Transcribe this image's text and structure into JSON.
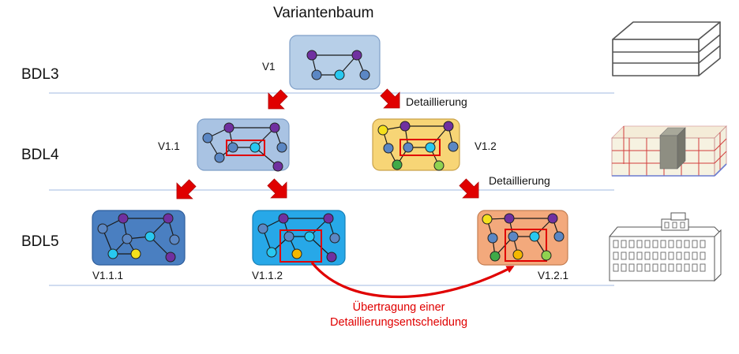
{
  "title": "Variantenbaum",
  "levels": [
    "BDL3",
    "BDL4",
    "BDL5"
  ],
  "variants": {
    "v1": "V1",
    "v11": "V1.1",
    "v12": "V1.2",
    "v111": "V1.1.1",
    "v112": "V1.1.2",
    "v121": "V1.2.1"
  },
  "annotations": {
    "detail_1": "Detaillierung",
    "detail_2": "Detaillierung",
    "transfer_line1": "Übertragung einer",
    "transfer_line2": "Detaillierungsentscheidung"
  },
  "colors": {
    "node_purple": "#7030a0",
    "node_blue": "#5b87c4",
    "node_cyan": "#28c8f0",
    "node_yellow": "#f5e11c",
    "node_green": "#3faa48",
    "node_lightgreen": "#8fd250",
    "arrow_red": "#e00000",
    "box_v1": "#b7cfe8",
    "box_v11": "#a9c3e3",
    "box_v12": "#f7d576",
    "box_v111": "#4a7fc1",
    "box_v112": "#27a8e8",
    "box_v121": "#f3a97c"
  }
}
